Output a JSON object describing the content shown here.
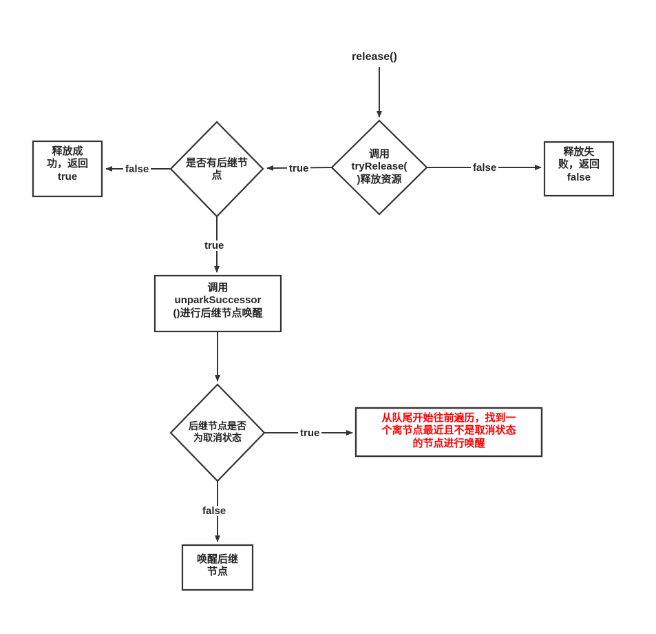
{
  "diagram": {
    "title_label": "release()",
    "nodes": {
      "start_label": "release()",
      "try_release": "调用\ntryRelease(\n)释放资源",
      "try_release_lines": [
        "调用",
        "tryRelease(",
        ")释放资源"
      ],
      "release_fail_lines": [
        "释放失",
        "败，返回",
        "false"
      ],
      "has_successor_lines": [
        "是否有后继节",
        "点"
      ],
      "release_success_lines": [
        "释放成",
        "功，返回",
        "true"
      ],
      "unpark_successor_lines": [
        "调用",
        "unparkSuccessor",
        "()进行后继节点唤醒"
      ],
      "successor_cancelled_lines": [
        "后继节点是否",
        "为取消状态"
      ],
      "traverse_from_tail_lines": [
        "从队尾开始往前遍历，找到一",
        "个离节点最近且不是取消状态",
        "的节点进行唤醒"
      ],
      "wake_successor_lines": [
        "唤醒后继",
        "节点"
      ]
    },
    "edge_labels": {
      "try_release_false": "false",
      "try_release_true": "true",
      "has_successor_false": "false",
      "has_successor_true": "true",
      "cancelled_true": "true",
      "cancelled_false": "false"
    },
    "colors": {
      "stroke": "#333333",
      "text": "#262626",
      "highlight": "#ff0000",
      "background": "#ffffff"
    }
  }
}
